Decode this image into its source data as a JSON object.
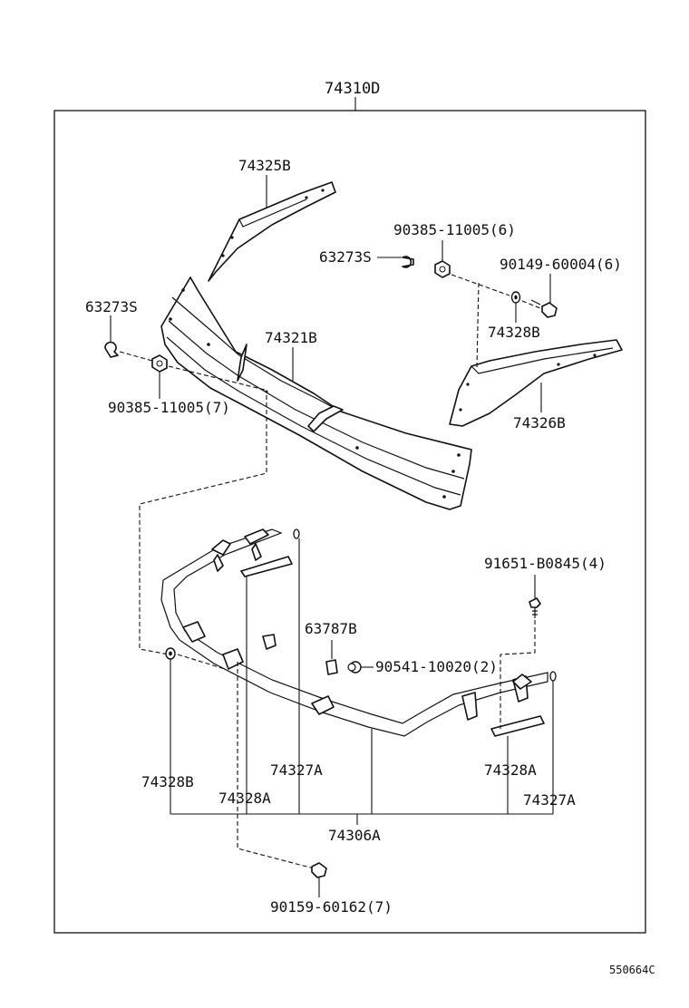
{
  "diagram": {
    "assembly_label": "74310D",
    "parts": [
      {
        "id": "p74325B",
        "label": "74325B"
      },
      {
        "id": "p90385_top",
        "label": "90385-11005(6)"
      },
      {
        "id": "p63273S_right",
        "label": "63273S"
      },
      {
        "id": "p90149",
        "label": "90149-60004(6)"
      },
      {
        "id": "p63273S_left",
        "label": "63273S"
      },
      {
        "id": "p74321B",
        "label": "74321B"
      },
      {
        "id": "p74328B_top",
        "label": "74328B"
      },
      {
        "id": "p90385_left",
        "label": "90385-11005(7)"
      },
      {
        "id": "p74326B",
        "label": "74326B"
      },
      {
        "id": "p91651",
        "label": "91651-B0845(4)"
      },
      {
        "id": "p63787B",
        "label": "63787B"
      },
      {
        "id": "p90541",
        "label": "90541-10020(2)"
      },
      {
        "id": "p74328B_bottom",
        "label": "74328B"
      },
      {
        "id": "p74327A_left",
        "label": "74327A"
      },
      {
        "id": "p74328A_right",
        "label": "74328A"
      },
      {
        "id": "p74328A_left",
        "label": "74328A"
      },
      {
        "id": "p74327A_right",
        "label": "74327A"
      },
      {
        "id": "p74306A",
        "label": "74306A"
      },
      {
        "id": "p90159",
        "label": "90159-60162(7)"
      }
    ],
    "figure_code": "550664C"
  }
}
